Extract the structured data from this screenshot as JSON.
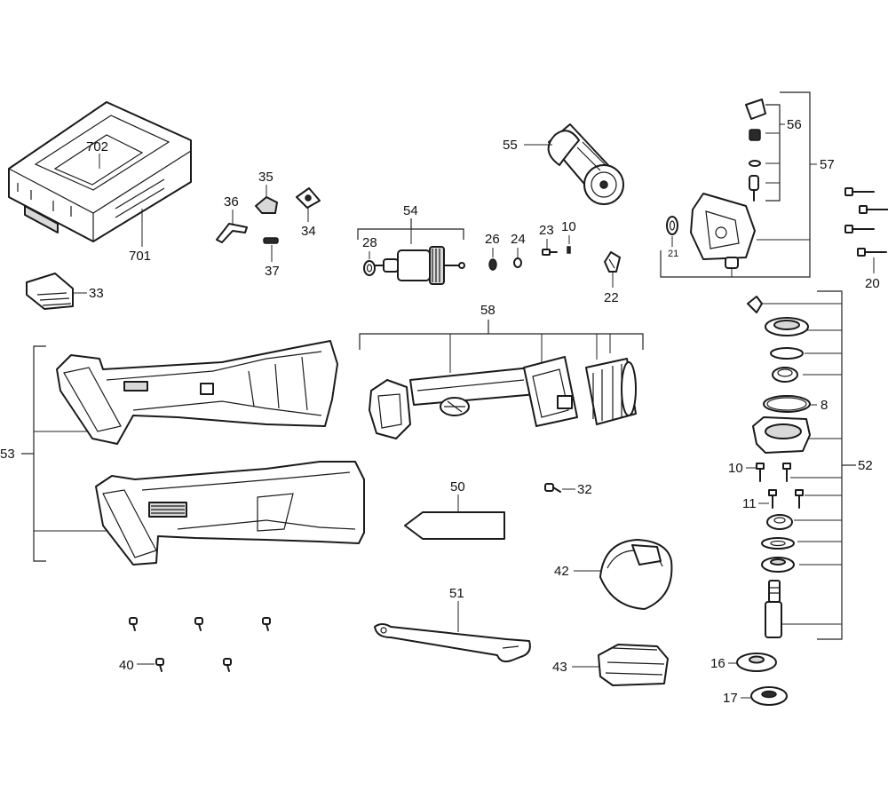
{
  "callouts": {
    "c702": "702",
    "c701": "701",
    "c33": "33",
    "c35": "35",
    "c36": "36",
    "c34": "34",
    "c37": "37",
    "c54": "54",
    "c28": "28",
    "c26": "26",
    "c24": "24",
    "c23": "23",
    "c10a": "10",
    "c55": "55",
    "c22": "22",
    "c56": "56",
    "c57": "57",
    "c21": "21",
    "c20": "20",
    "c58": "58",
    "c53": "53",
    "c50": "50",
    "c32": "32",
    "c52": "52",
    "c8": "8",
    "c10b": "10",
    "c11": "11",
    "c42": "42",
    "c51": "51",
    "c40": "40",
    "c43": "43",
    "c16": "16",
    "c17": "17"
  }
}
